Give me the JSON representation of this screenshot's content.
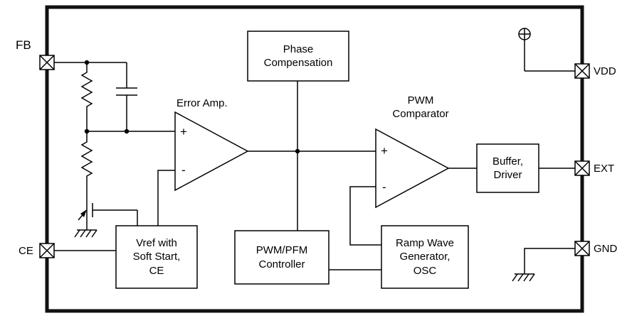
{
  "diagram": {
    "pins": {
      "fb": "FB",
      "ce": "CE",
      "vdd": "VDD",
      "ext": "EXT",
      "gnd": "GND"
    },
    "blocks": {
      "phase_compensation": "Phase\nCompensation",
      "error_amp": "Error Amp.",
      "pwm_comparator": "PWM\nComparator",
      "buffer_driver": "Buffer,\nDriver",
      "vref_soft_start": "Vref with\nSoft Start,\nCE",
      "pwm_pfm_controller": "PWM/PFM\nController",
      "ramp_wave_generator": "Ramp Wave\nGenerator,\nOSC"
    },
    "symbols": {
      "plus": "+",
      "minus": "-"
    },
    "colors": {
      "line": "#000000",
      "background": "#ffffff"
    }
  }
}
